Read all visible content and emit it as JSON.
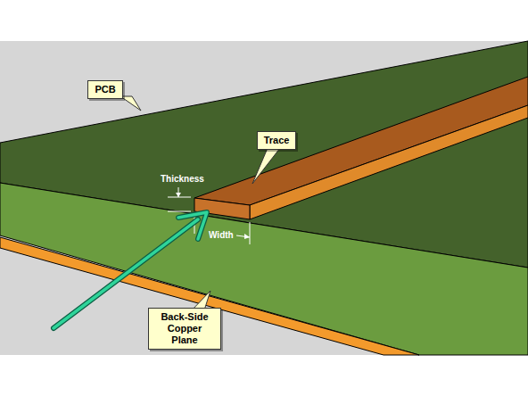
{
  "diagram": {
    "nodes": [
      {
        "text": [
          "PCB"
        ]
      },
      {
        "text": [
          "Trace"
        ]
      },
      {
        "text": [
          "Back-Side Copper Plane"
        ]
      }
    ],
    "labels": [
      "Thickness",
      "Width"
    ]
  }
}
